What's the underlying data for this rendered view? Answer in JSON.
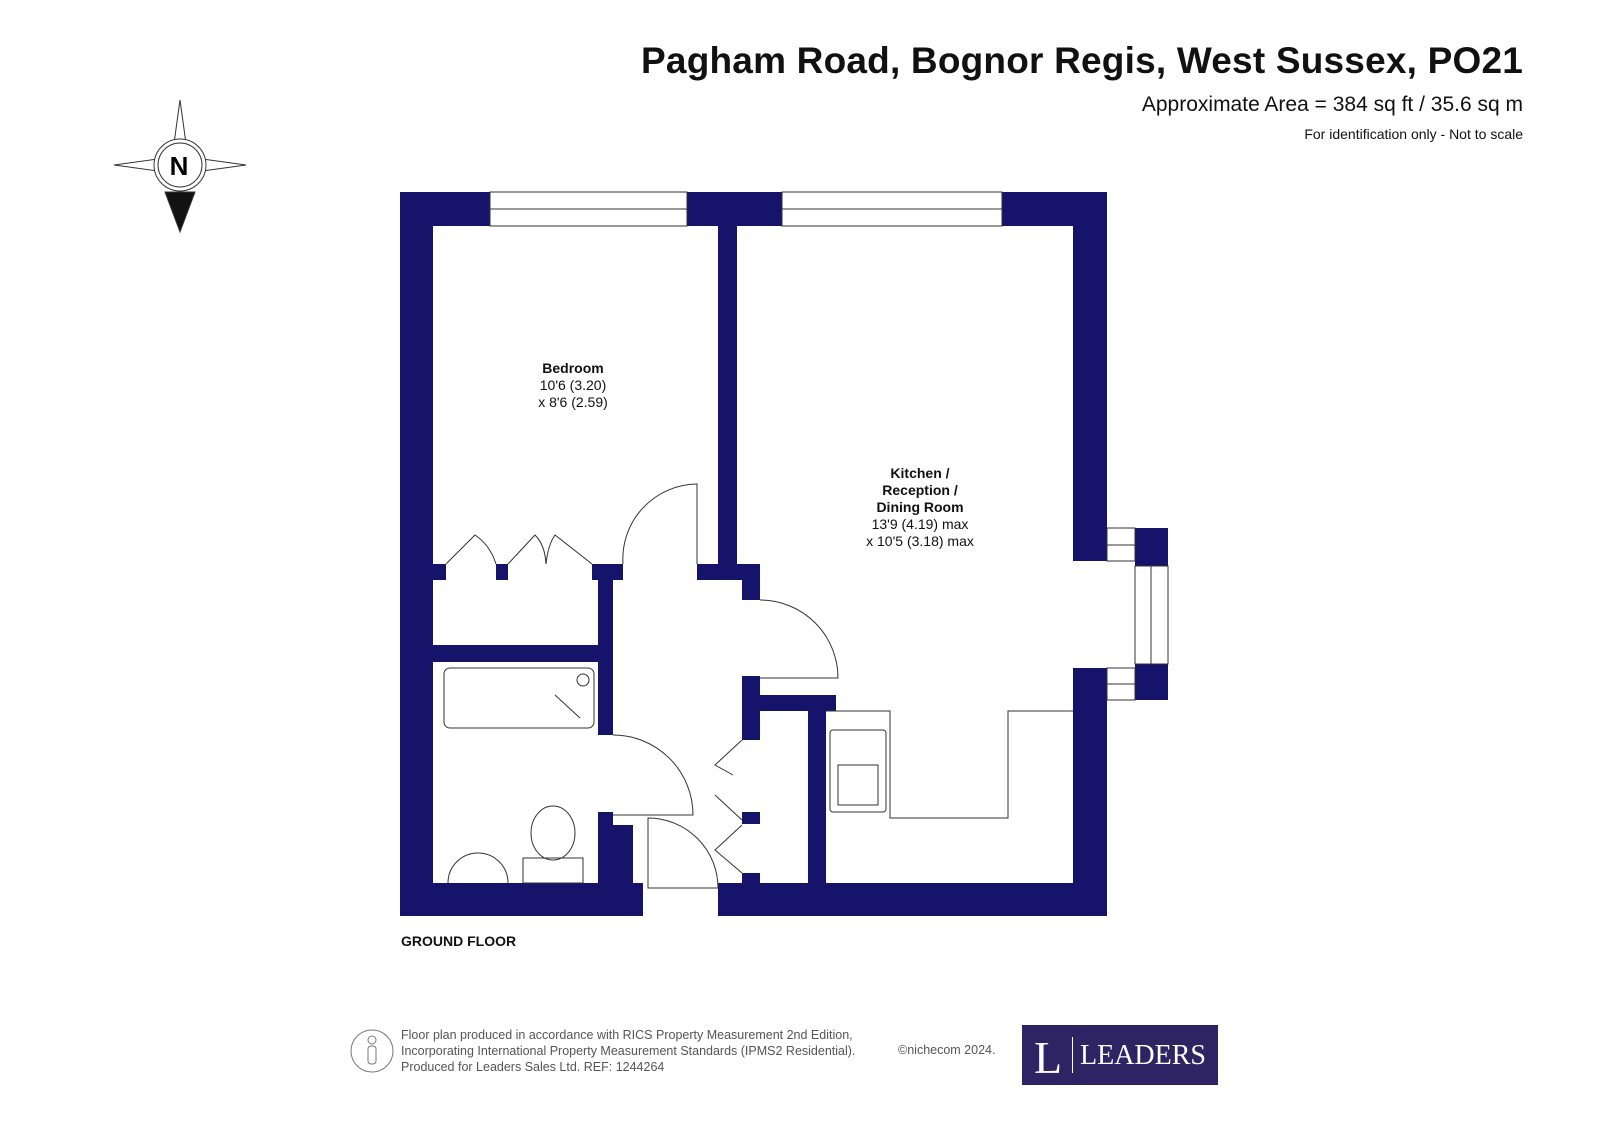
{
  "header": {
    "title": "Pagham Road, Bognor Regis, West Sussex, PO21",
    "area": "Approximate Area = 384 sq ft / 35.6 sq m",
    "note": "For identification only - Not to scale"
  },
  "compass": {
    "label": "N"
  },
  "rooms": [
    {
      "name": "Bedroom",
      "dim1": "10'6 (3.20)",
      "dim2": "x 8'6 (2.59)"
    },
    {
      "name1": "Kitchen /",
      "name2": "Reception /",
      "name3": "Dining Room",
      "dim1": "13'9 (4.19) max",
      "dim2": "x 10'5 (3.18) max"
    }
  ],
  "floor_label": "GROUND FLOOR",
  "footer": {
    "line1": "Floor plan produced in accordance with RICS Property Measurement 2nd Edition,",
    "line2": "Incorporating International Property Measurement Standards (IPMS2 Residential).",
    "line3": "Produced for Leaders Sales Ltd.   REF:  1244264",
    "copyright": "©nichecom 2024."
  },
  "logo": {
    "letter": "L",
    "text": "LEADERS"
  },
  "colors": {
    "wall": "#16136b",
    "logo_bg": "#2f2463"
  }
}
